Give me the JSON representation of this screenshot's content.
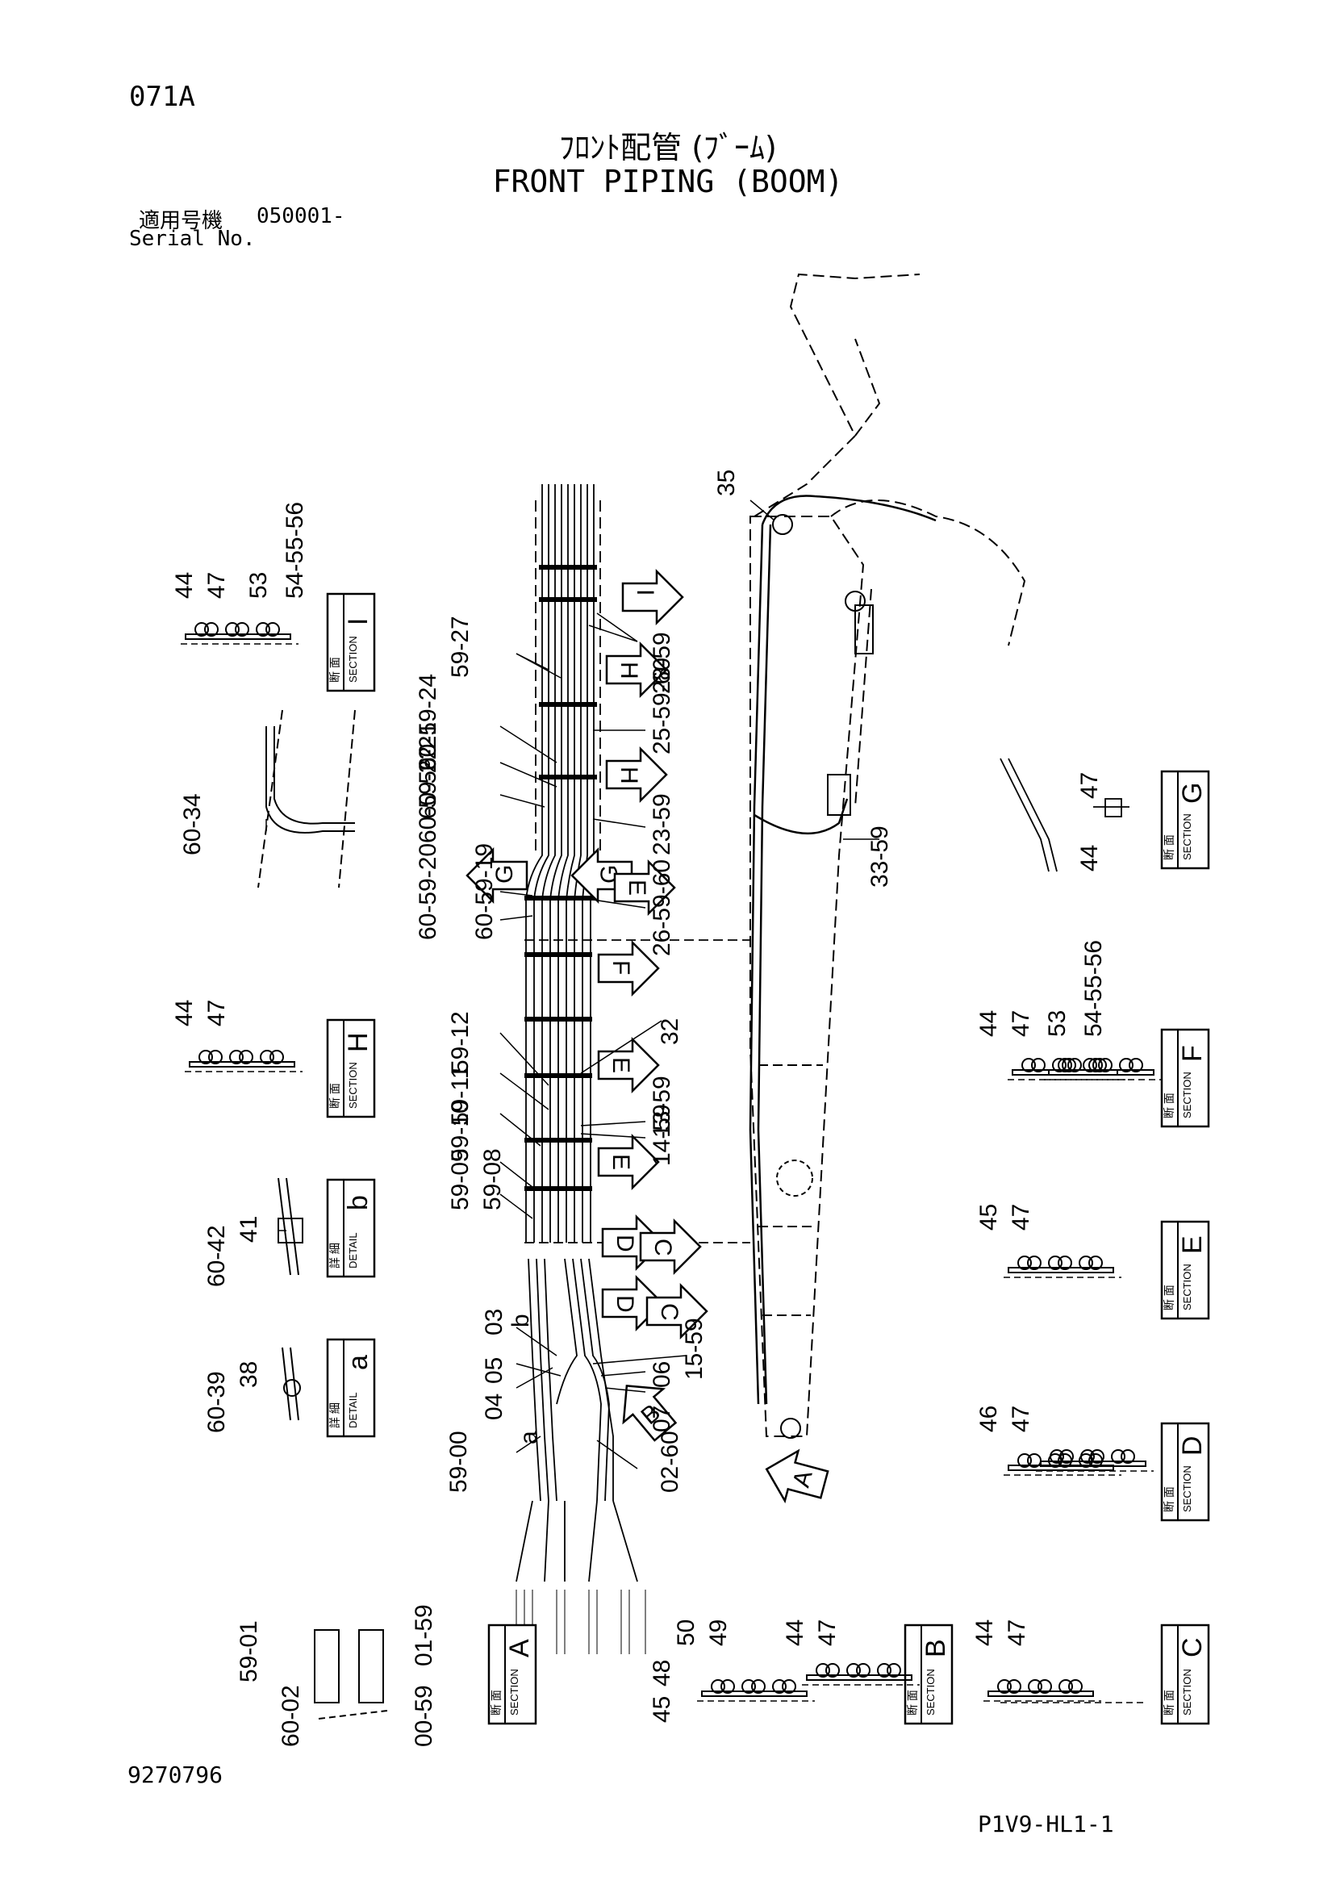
{
  "header": {
    "page_code": "071A",
    "title_jp": "ﾌﾛﾝﾄ配管 (ﾌﾞｰﾑ)",
    "title_en": "FRONT PIPING (BOOM)",
    "serial_label_jp": "適用号機",
    "serial_value": "050001-",
    "serial_label_en": "Serial No."
  },
  "footer": {
    "doc_number": "9270796",
    "sheet_code": "P1V9-HL1-1"
  },
  "boxes": {
    "jp_section": "断 面",
    "jp_detail": "詳 細",
    "en_section": "SECTION",
    "en_detail": "DETAIL",
    "letters": {
      "I": "I",
      "H1": "H",
      "G": "G",
      "F": "F",
      "E": "E",
      "D": "D",
      "C": "C",
      "B": "B",
      "A": "A",
      "a": "a",
      "b": "b"
    }
  },
  "arrows": [
    "I",
    "H",
    "H",
    "G",
    "G",
    "E",
    "F",
    "E",
    "E",
    "D",
    "C",
    "D",
    "C",
    "B",
    "A"
  ],
  "callouts": {
    "sI_44": "44",
    "sI_47": "47",
    "sI_53": "53",
    "sI_54": "54-55-56",
    "det34": "60-34",
    "sH_44": "44",
    "sH_47": "47",
    "db_41": "41",
    "db_42": "60-42",
    "da_38": "38",
    "da_39": "60-39",
    "sA_01l": "59-01",
    "sA_02": "60-02",
    "sA_01r": "01-59",
    "sA_00": "00-59",
    "l_27": "59-27",
    "l_24": "60-59-24",
    "l_21": "60-59-21",
    "l_22": "60-59-22",
    "l_20": "60-59-20",
    "l_19": "60-59-19",
    "l_12": "59-12",
    "l_11": "59-11",
    "l_10": "59-10",
    "l_09": "59-09",
    "l_08": "59-08",
    "l_03": "03",
    "l_05": "05",
    "l_04": "04",
    "l_00": "59-00",
    "l_b": "b",
    "l_a": "a",
    "r_28": "28-59",
    "r_25": "25-59-60",
    "r_23": "23-59",
    "r_26": "26-59-60",
    "r_32": "32",
    "r_13": "13-59",
    "r_14": "14-59",
    "r_15": "15-59",
    "r_06": "06",
    "r_07": "07",
    "r_02": "02-60",
    "boom_35": "35",
    "boom_33": "33-59",
    "sG_47": "47",
    "sG_44": "44",
    "sF_44": "44",
    "sF_47": "47",
    "sF_53": "53",
    "sF_54": "54-55-56",
    "sE_45": "45",
    "sE_47": "47",
    "sD_46": "46",
    "sD_47": "47",
    "sB_50": "50",
    "sB_49": "49",
    "sB_48": "48",
    "sB_45": "45",
    "sB_44": "44",
    "sB_47": "47",
    "sC_44": "44",
    "sC_47": "47"
  }
}
